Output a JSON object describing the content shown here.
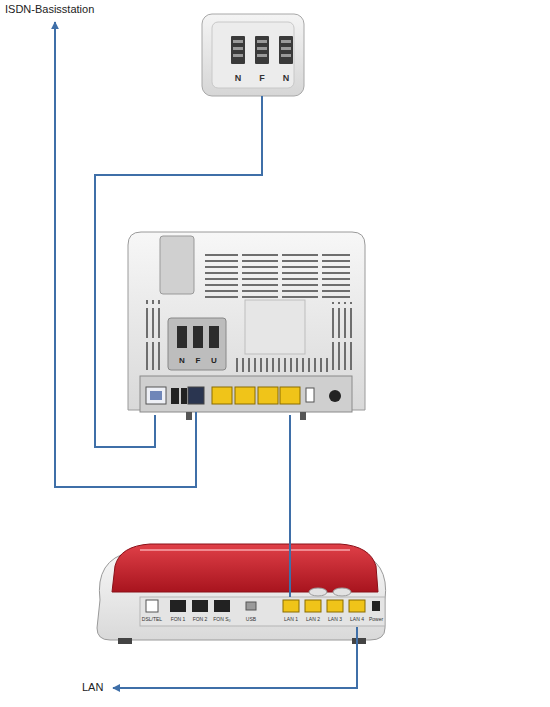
{
  "diagram": {
    "nodes": [
      {
        "text": [
          "N",
          "F",
          "N"
        ]
      },
      {
        "text": [
          "N",
          "F",
          "U"
        ]
      },
      {
        "text": [
          "DSL/TEL",
          "FON 1",
          "FON 2",
          "FON S₀",
          "USB",
          "LAN 1",
          "LAN 2",
          "LAN 3",
          "LAN 4",
          "Power"
        ]
      }
    ],
    "edges": [
      {
        "from": 0,
        "to": 1,
        "arrow": "none"
      },
      {
        "from": 1,
        "to": 2,
        "arrow": "none"
      }
    ],
    "labels": [
      "ISDN-Basisstation",
      "LAN"
    ]
  }
}
